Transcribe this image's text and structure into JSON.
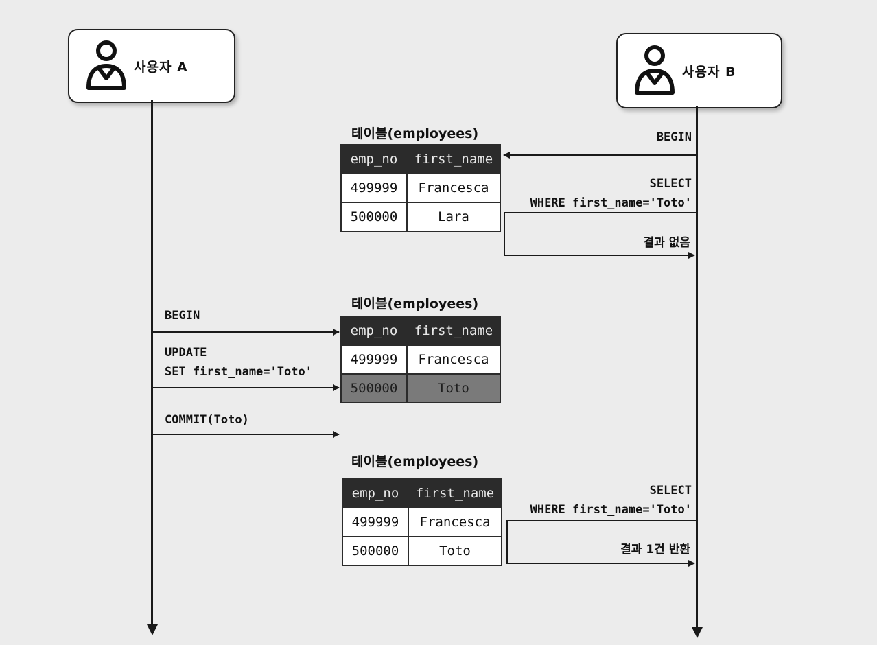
{
  "actors": {
    "a": {
      "name": "사용자 A",
      "icon": "user-icon"
    },
    "b": {
      "name": "사용자 B",
      "icon": "user-icon"
    }
  },
  "table_caption": "테이블(employees)",
  "table_headers": [
    "emp_no",
    "first_name"
  ],
  "snapshots": [
    {
      "rows": [
        [
          "499999",
          "Francesca"
        ],
        [
          "500000",
          "Lara"
        ]
      ],
      "highlight_row": -1
    },
    {
      "rows": [
        [
          "499999",
          "Francesca"
        ],
        [
          "500000",
          "Toto"
        ]
      ],
      "highlight_row": 1
    },
    {
      "rows": [
        [
          "499999",
          "Francesca"
        ],
        [
          "500000",
          "Toto"
        ]
      ],
      "highlight_row": -1
    }
  ],
  "messages": {
    "b_begin": "BEGIN",
    "b_select1_l1": "SELECT",
    "b_select1_l2": "WHERE first_name='Toto'",
    "b_result1": "결과 없음",
    "a_begin": "BEGIN",
    "a_update_l1": "UPDATE",
    "a_update_l2": "SET first_name='Toto'",
    "a_commit": "COMMIT(Toto)",
    "b_select2_l1": "SELECT",
    "b_select2_l2": "WHERE first_name='Toto'",
    "b_result2": "결과 1건 반환"
  }
}
